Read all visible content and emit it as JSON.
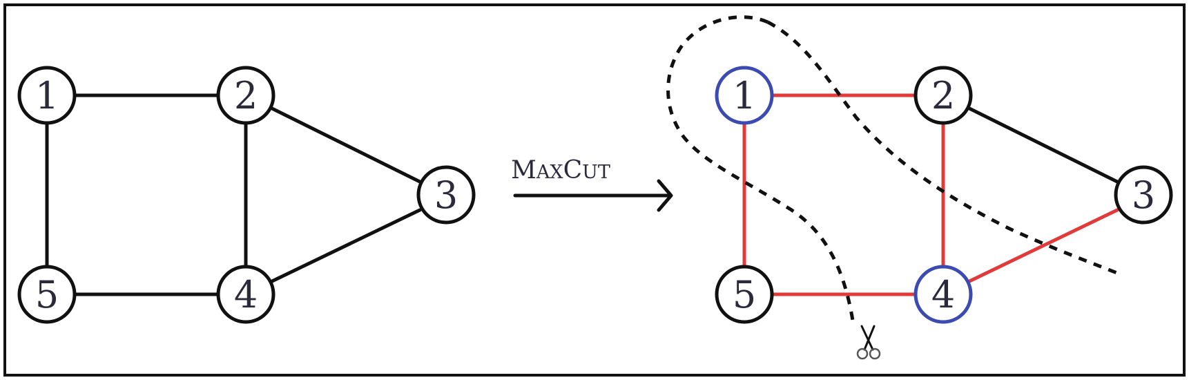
{
  "diagram": {
    "operation_label": "MaxCut",
    "colors": {
      "frame": "#111111",
      "edge_default": "#111111",
      "edge_cut": "#e03a3a",
      "node_default": "#111111",
      "node_selected": "#3b4bb0",
      "cut_curve": "#111111"
    },
    "input_graph": {
      "nodes": [
        {
          "id": "1",
          "label": "1"
        },
        {
          "id": "2",
          "label": "2"
        },
        {
          "id": "3",
          "label": "3"
        },
        {
          "id": "4",
          "label": "4"
        },
        {
          "id": "5",
          "label": "5"
        }
      ],
      "edges": [
        {
          "from": "1",
          "to": "2"
        },
        {
          "from": "1",
          "to": "5"
        },
        {
          "from": "2",
          "to": "4"
        },
        {
          "from": "2",
          "to": "3"
        },
        {
          "from": "4",
          "to": "3"
        },
        {
          "from": "5",
          "to": "4"
        }
      ]
    },
    "output_graph": {
      "selected_nodes": [
        "1",
        "4"
      ],
      "cut_edges": [
        [
          "1",
          "2"
        ],
        [
          "1",
          "5"
        ],
        [
          "2",
          "4"
        ],
        [
          "4",
          "3"
        ],
        [
          "5",
          "4"
        ]
      ],
      "uncut_edges": [
        [
          "2",
          "3"
        ]
      ],
      "scissors_icon": "scissors-icon"
    }
  }
}
